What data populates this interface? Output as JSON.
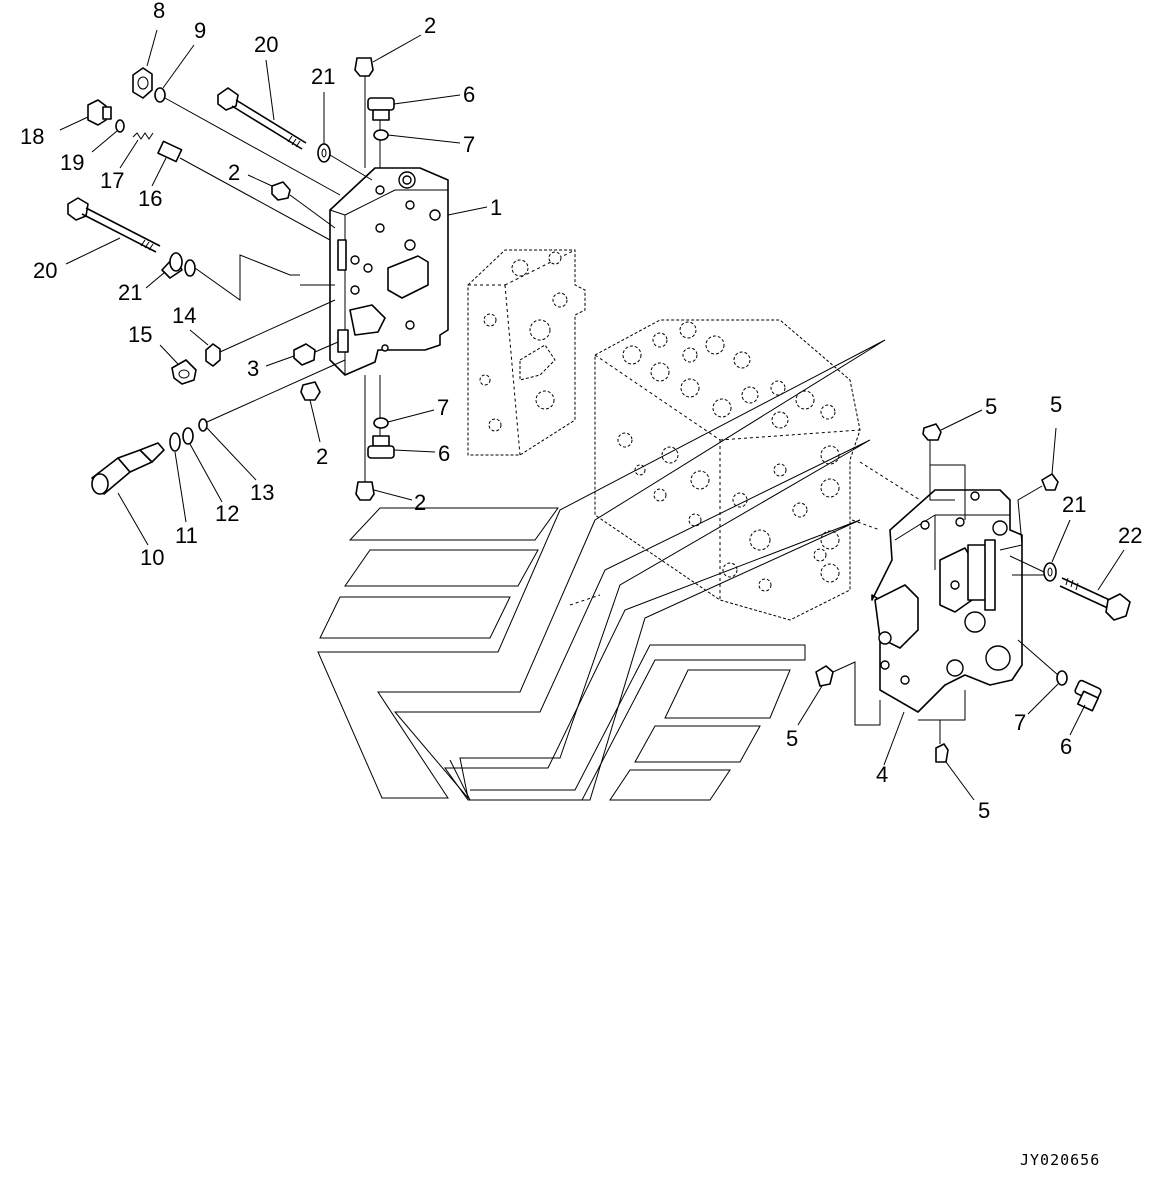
{
  "drawing_code": "JY020656",
  "callouts": {
    "c1": "1",
    "c2a": "2",
    "c2b": "2",
    "c2c": "2",
    "c2d": "2",
    "c3": "3",
    "c4": "4",
    "c5a": "5",
    "c5b": "5",
    "c5c": "5",
    "c5d": "5",
    "c6a": "6",
    "c6b": "6",
    "c6c": "6",
    "c7a": "7",
    "c7b": "7",
    "c7c": "7",
    "c8": "8",
    "c9": "9",
    "c10": "10",
    "c11": "11",
    "c12": "12",
    "c13": "13",
    "c14": "14",
    "c15": "15",
    "c16": "16",
    "c17": "17",
    "c18": "18",
    "c19": "19",
    "c20a": "20",
    "c20b": "20",
    "c21a": "21",
    "c21b": "21",
    "c21c": "21",
    "c22": "22"
  }
}
